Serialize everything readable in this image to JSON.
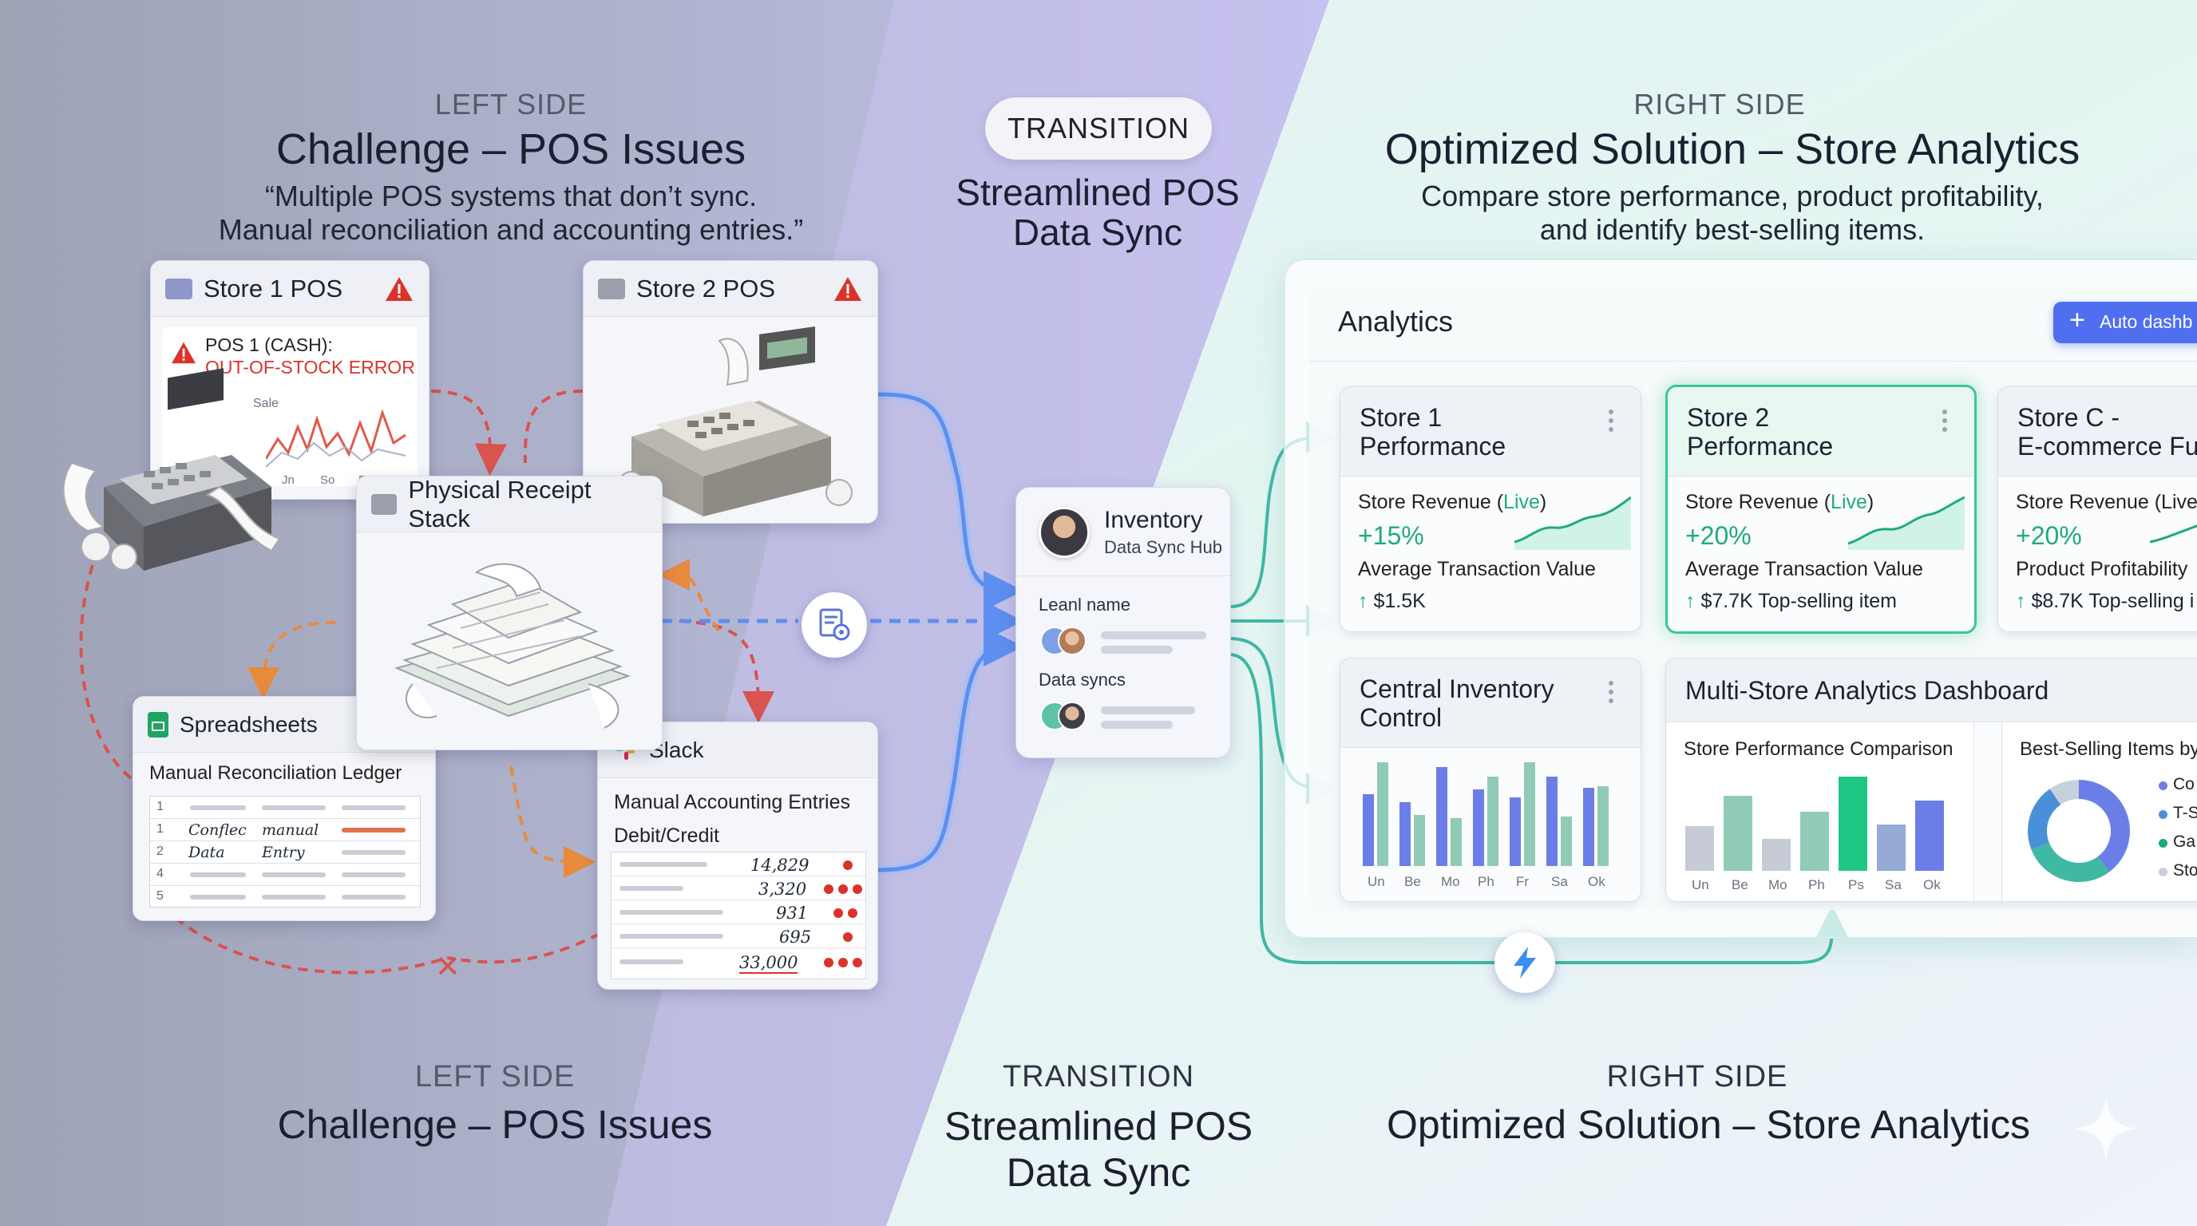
{
  "left_header": {
    "kicker": "LEFT SIDE",
    "title": "Challenge – POS Issues",
    "quote_line1": "“Multiple POS systems that don’t sync.",
    "quote_line2": "Manual reconciliation and accounting entries.”"
  },
  "transition_header": {
    "pill": "TRANSITION",
    "title_line1": "Streamlined POS",
    "title_line2": "Data Sync"
  },
  "right_header": {
    "kicker": "RIGHT SIDE",
    "title": "Optimized Solution – Store Analytics",
    "sub_line1": "Compare store performance, product profitability,",
    "sub_line2": "and identify best-selling items."
  },
  "store1_pos": {
    "title": "Store 1 POS",
    "alert_line1": "POS 1 (CASH):",
    "alert_line2": "OUT-OF-STOCK ERROR",
    "chart_label": "Sale",
    "x_labels": [
      "Jn",
      "So",
      "Pr"
    ]
  },
  "store2_pos": {
    "title": "Store 2 POS"
  },
  "receipt_stack": {
    "title": "Physical Receipt Stack"
  },
  "spreadsheets": {
    "title": "Spreadsheets",
    "subtitle": "Manual Reconciliation Ledger",
    "rows": [
      {
        "num": "1",
        "a": "",
        "b": ""
      },
      {
        "num": "1",
        "a": "Conflec",
        "b": "manual"
      },
      {
        "num": "2",
        "a": "Data",
        "b": "Entry"
      },
      {
        "num": "4",
        "a": "",
        "b": ""
      },
      {
        "num": "5",
        "a": "",
        "b": ""
      }
    ]
  },
  "slack": {
    "title": "Slack",
    "subtitle": "Manual Accounting Entries",
    "column": "Debit/Credit",
    "entries": [
      "14,829",
      "3,320",
      "931",
      "695",
      "33,000"
    ]
  },
  "hub": {
    "title": "Inventory",
    "subtitle": "Data Sync Hub",
    "field1": "Leanl name",
    "field2": "Data syncs"
  },
  "analytics": {
    "title": "Analytics",
    "button": "Auto dashb",
    "store1": {
      "title_line1": "Store 1",
      "title_line2": "Performance",
      "rev_label": "Store Revenue (",
      "rev_live": "Live",
      "rev_close": ")",
      "rev_change": "+15%",
      "metric_label": "Average Transaction Value",
      "metric_value": "$1.5K"
    },
    "store2": {
      "title_line1": "Store 2",
      "title_line2": "Performance",
      "rev_label": "Store Revenue (",
      "rev_live": "Live",
      "rev_close": ")",
      "rev_change": "+20%",
      "metric_label": "Average Transaction Value",
      "metric_value": "$7.7K Top-selling item"
    },
    "storeC": {
      "title_line1": "Store C -",
      "title_line2": "E-commerce Ful",
      "rev_label": "Store Revenue (Live)",
      "rev_change": "+20%",
      "metric_label": "Product Profitability",
      "metric_value": "$8.7K Top-selling i"
    },
    "inventory": {
      "title_line1": "Central Inventory",
      "title_line2": "Control",
      "x_labels": [
        "Un",
        "Be",
        "Mo",
        "Ph",
        "Fr",
        "Sa",
        "Ok"
      ]
    },
    "multi": {
      "title": "Multi-Store Analytics Dashboard",
      "comparison_title": "Store Performance Comparison",
      "x_labels": [
        "Un",
        "Be",
        "Mo",
        "Ph",
        "Ps",
        "Sa",
        "Ok"
      ],
      "best_title": "Best-Selling Items by",
      "legend": [
        "Co",
        "T-S",
        "Ga",
        "Sto"
      ]
    }
  },
  "footer": {
    "left_kicker": "LEFT SIDE",
    "left_title": "Challenge – POS Issues",
    "mid_kicker": "TRANSITION",
    "mid_line1": "Streamlined POS",
    "mid_line2": "Data Sync",
    "right_kicker": "RIGHT SIDE",
    "right_title": "Optimized Solution – Store Analytics"
  },
  "colors": {
    "accent_green": "#1eac76",
    "accent_blue": "#4f6ef0",
    "error_red": "#d9342b",
    "arrow_red": "#d9534f",
    "arrow_orange": "#e88a3c",
    "flow_blue": "#5d8ef0",
    "flow_teal": "#3fb8a4"
  },
  "icons": [
    "folder-icon",
    "warning-icon",
    "cash-register-icon",
    "receipt-stack-icon",
    "spreadsheet-icon",
    "slack-icon",
    "sync-gear-icon",
    "avatar",
    "plus-icon",
    "lightning-icon",
    "sparkle-icon"
  ]
}
